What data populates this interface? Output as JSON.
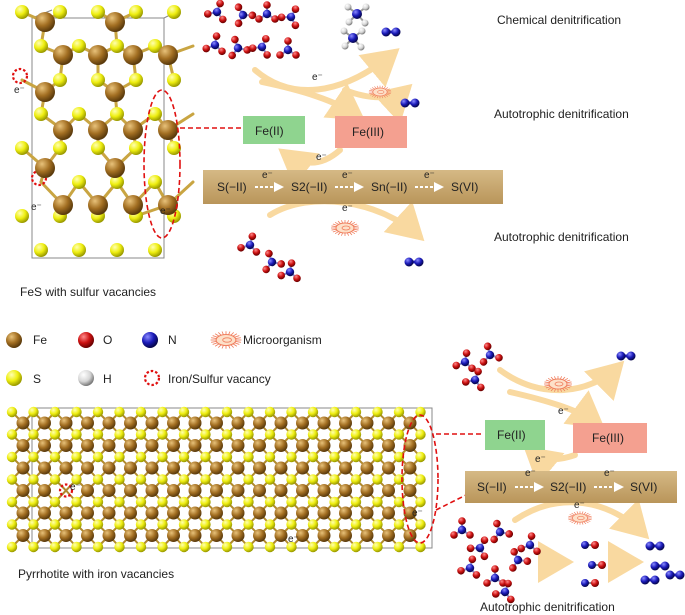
{
  "labels": {
    "chem_denit": "Chemical denitrification",
    "auto_denit_1": "Autotrophic denitrification",
    "auto_denit_2": "Autotrophic denitrification",
    "auto_denit_3": "Autotrophic denitrification",
    "fes_caption": "FeS with sulfur vacancies",
    "pyrrhotite_caption": "Pyrrhotite with iron vacancies"
  },
  "boxes": {
    "fe2": "Fe(II)",
    "fe3": "Fe(III)",
    "fe2_b": "Fe(II)",
    "fe3_b": "Fe(III)"
  },
  "sulfur_chain_top": [
    "S(−II)",
    "S2(−II)",
    "Sn(−II)",
    "S(VI)"
  ],
  "sulfur_chain_bottom": [
    "S(−II)",
    "S2(−II)",
    "S(VI)"
  ],
  "electron": "e⁻",
  "legend": {
    "fe": "Fe",
    "o": "O",
    "n": "N",
    "microorganism": "Microorganism",
    "s": "S",
    "h": "H",
    "vacancy": "Iron/Sulfur vacancy"
  },
  "colors": {
    "fe": "#9a6a1e",
    "s": "#e6e600",
    "o": "#cc1111",
    "n": "#1a1ab8",
    "h": "#e0e0e0",
    "fe2_box": "#8fd48f",
    "fe3_box": "#f4a090",
    "sulfur_band": "#c9aa72",
    "arrow": "#f9d9a0",
    "vacancy": "#e01010"
  }
}
